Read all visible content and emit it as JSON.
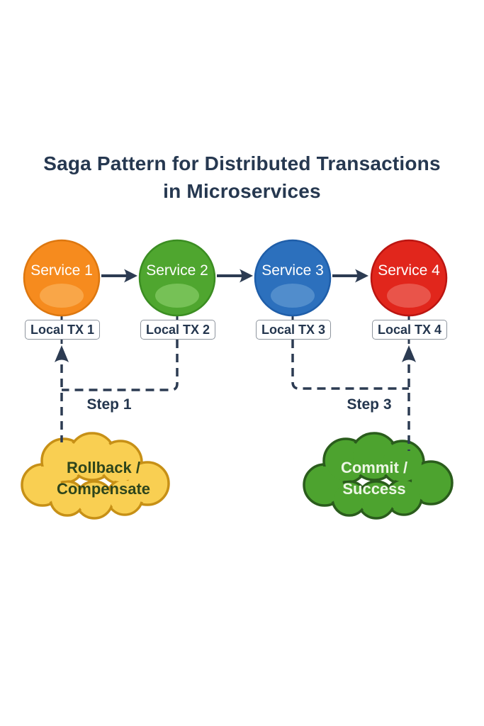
{
  "title": {
    "line1": "Saga Pattern for Distributed Transactions",
    "line2": "in Microservices"
  },
  "services": [
    {
      "label": "Service 1",
      "tx_label": "Local TX 1",
      "color": "#F68B1E",
      "border": "#DD770F",
      "highlight": "#F9A84D"
    },
    {
      "label": "Service 2",
      "tx_label": "Local TX 2",
      "color": "#4FA62F",
      "border": "#3B8D22",
      "highlight": "#7AC45B"
    },
    {
      "label": "Service 3",
      "tx_label": "Local TX 3",
      "color": "#2C70BD",
      "border": "#1F5EA9",
      "highlight": "#5590CD"
    },
    {
      "label": "Service 4",
      "tx_label": "Local TX 4",
      "color": "#E1261C",
      "border": "#BB1511",
      "highlight": "#EA5A50"
    }
  ],
  "steps": [
    {
      "label": "Step 1"
    },
    {
      "label": "Step 3"
    }
  ],
  "clouds": {
    "rollback": {
      "line1": "Rollback /",
      "line2": "Compensate",
      "fill": "#F9CF52",
      "border": "#C79016",
      "text_color": "#2E451C"
    },
    "commit": {
      "line1": "Commit /",
      "line2": "Success",
      "fill": "#4DA32F",
      "border": "#2A5C1C",
      "text_color": "#EDF6E5"
    }
  },
  "colors": {
    "background": "#FFFFFF",
    "line_dark_navy": "#2C3B52",
    "title_text": "#263850",
    "tx_box_border": "#8E959E",
    "tx_box_text": "#24364E"
  }
}
